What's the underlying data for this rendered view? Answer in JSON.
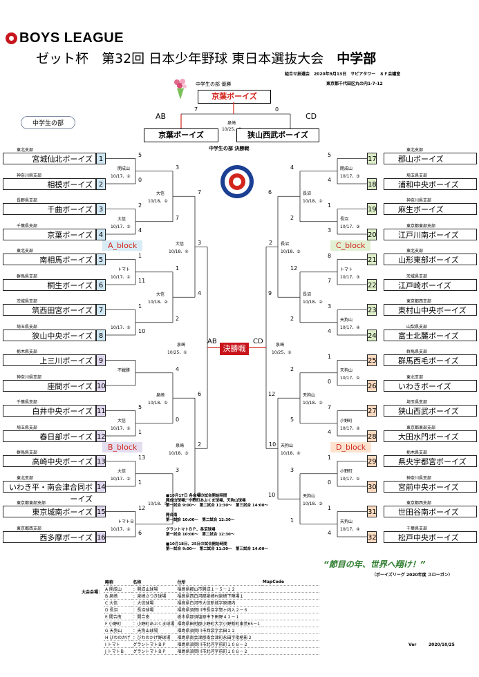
{
  "header": {
    "logo_text": "BOYS LEAGUE",
    "title_part1": "ゼット杯　第32回 日本少年野球 東日本選抜大会",
    "title_part2": "中学部",
    "info1": "組合せ抽選会　2020年9月13日　サピアタワー　８Ｆ会議室",
    "info2": "東京都千代田区丸の内1-7-12"
  },
  "section_label": "中学生の部",
  "champion": {
    "caption": "中学生の部 優勝",
    "team": "京葉ボーイズ"
  },
  "final": {
    "ab": "AB",
    "cd": "CD",
    "team_ab": "京葉ボーイズ",
    "team_cd": "狭山西武ボーイズ",
    "score_ab": "7",
    "score_cd": "0",
    "venue": "泉崎",
    "date": "10/25、③",
    "caption": "中学生の部 決勝戦",
    "center_label": "決勝戦"
  },
  "left_teams": [
    {
      "branch": "東北支部",
      "name": "宮城仙北ボーイズ",
      "seed": "1"
    },
    {
      "branch": "神奈川県支部",
      "name": "相模ボーイズ",
      "seed": "2"
    },
    {
      "branch": "長野県支部",
      "name": "千曲ボーイズ",
      "seed": "3"
    },
    {
      "branch": "千葉県支部",
      "name": "京葉ボーイズ",
      "seed": "4"
    },
    {
      "branch": "東北支部",
      "name": "南相馬ボーイズ",
      "seed": "5"
    },
    {
      "branch": "群馬県支部",
      "name": "桐生ボーイズ",
      "seed": "6"
    },
    {
      "branch": "茨城県支部",
      "name": "筑西田宮ボーイズ",
      "seed": "7"
    },
    {
      "branch": "埼玉県支部",
      "name": "狭山中央ボーイズ",
      "seed": "8"
    },
    {
      "branch": "栃木県支部",
      "name": "上三川ボーイズ",
      "seed": "9"
    },
    {
      "branch": "神奈川県支部",
      "name": "座間ボーイズ",
      "seed": "10"
    },
    {
      "branch": "千葉県支部",
      "name": "白井中央ボーイズ",
      "seed": "11"
    },
    {
      "branch": "埼玉県支部",
      "name": "春日部ボーイズ",
      "seed": "12"
    },
    {
      "branch": "群馬県支部",
      "name": "高崎中央ボーイズ",
      "seed": "13"
    },
    {
      "branch": "東北支部",
      "name": "いわき平・南会津合同ボーイズ",
      "seed": "14"
    },
    {
      "branch": "東京都東部支部",
      "name": "東京城南ボーイズ",
      "seed": "15"
    },
    {
      "branch": "東京都西支部",
      "name": "西多摩ボーイズ",
      "seed": "16"
    }
  ],
  "right_teams": [
    {
      "branch": "東北支部",
      "name": "郡山ボーイズ",
      "seed": "17"
    },
    {
      "branch": "埼玉県支部",
      "name": "浦和中央ボーイズ",
      "seed": "18"
    },
    {
      "branch": "神奈川県支部",
      "name": "麻生ボーイズ",
      "seed": "19"
    },
    {
      "branch": "東京都東部支部",
      "name": "江戸川南ボーイズ",
      "seed": "20"
    },
    {
      "branch": "東北支部",
      "name": "山形東部ボーイズ",
      "seed": "21"
    },
    {
      "branch": "茨城県支部",
      "name": "江戸崎ボーイズ",
      "seed": "22"
    },
    {
      "branch": "東京都西支部",
      "name": "東村山中央ボーイズ",
      "seed": "23"
    },
    {
      "branch": "山梨県支部",
      "name": "富士北麓ボーイズ",
      "seed": "24"
    },
    {
      "branch": "群馬県支部",
      "name": "群馬西毛ボーイズ",
      "seed": "25"
    },
    {
      "branch": "東北支部",
      "name": "いわきボーイズ",
      "seed": "26"
    },
    {
      "branch": "埼玉県支部",
      "name": "狭山西武ボーイズ",
      "seed": "27"
    },
    {
      "branch": "東京都東部支部",
      "name": "大田水門ボーイズ",
      "seed": "28"
    },
    {
      "branch": "栃木県支部",
      "name": "県央宇都宮ボーイズ",
      "seed": "29"
    },
    {
      "branch": "神奈川県支部",
      "name": "宮前中央ボーイズ",
      "seed": "30"
    },
    {
      "branch": "東京都西支部",
      "name": "世田谷南ボーイズ",
      "seed": "31"
    },
    {
      "branch": "千葉県支部",
      "name": "松戸中央ボーイズ",
      "seed": "32"
    }
  ],
  "blocks": {
    "a": "A_block",
    "b": "B_block",
    "c": "C_block",
    "d": "D_block"
  },
  "left_games": {
    "r1": [
      {
        "venue": "開成山",
        "date": "10/17、①",
        "top": "5",
        "bot": "0"
      },
      {
        "venue": "大信",
        "date": "10/17、②",
        "top": "2",
        "bot": "4"
      },
      {
        "venue": "トマト",
        "date": "10/17、①",
        "top": "1",
        "bot": "11"
      },
      {
        "venue": "",
        "date": "10/17、②",
        "top": "1",
        "bot": "10"
      },
      {
        "venue": "不戦勝",
        "date": "",
        "top": "",
        "bot": ""
      },
      {
        "venue": "大信",
        "date": "10/17、①",
        "top": "5",
        "bot": "1"
      },
      {
        "venue": "大信",
        "date": "10/17、②",
        "top": "13",
        "bot": "1"
      },
      {
        "venue": "トマトＢ",
        "date": "10/17、①",
        "top": "12",
        "bot": "6"
      }
    ],
    "r2": [
      {
        "venue": "大信",
        "date": "10/18、①",
        "top": "3",
        "bot": "7"
      },
      {
        "venue": "大信",
        "date": "10/18、②",
        "top": "1",
        "bot": "2"
      },
      {
        "venue": "泉崎",
        "date": "10/18、①",
        "top": "4",
        "bot": "0"
      },
      {
        "venue": "",
        "date": "10/18、②",
        "top": "3",
        "bot": "5"
      }
    ],
    "r3": [
      {
        "venue": "大信",
        "date": "10/18、④",
        "top": "7",
        "bot": "4"
      },
      {
        "venue": "泉崎",
        "date": "10/18、③",
        "top": "6",
        "bot": "2"
      }
    ],
    "sf": {
      "venue": "泉崎",
      "date": "10/25、①",
      "top": "3",
      "bot": "2"
    }
  },
  "right_games": {
    "r1": [
      {
        "venue": "開成山",
        "date": "10/17、③",
        "top": "5",
        "bot": "4"
      },
      {
        "venue": "長沼",
        "date": "10/17、③",
        "top": "1",
        "bot": "3"
      },
      {
        "venue": "トマト",
        "date": "10/17、③",
        "top": "8",
        "bot": "7"
      },
      {
        "venue": "天狗山",
        "date": "10/17、④",
        "top": "3",
        "bot": "4"
      },
      {
        "venue": "天狗山",
        "date": "10/17、①",
        "top": "1",
        "bot": "0"
      },
      {
        "venue": "小野町",
        "date": "10/17、②",
        "top": "7",
        "bot": "4"
      },
      {
        "venue": "小野町",
        "date": "10/17、①",
        "top": "1",
        "bot": "0"
      },
      {
        "venue": "天狗山",
        "date": "10/17、④",
        "top": "1",
        "bot": "4"
      }
    ],
    "r2": [
      {
        "venue": "長沼",
        "date": "10/18、①",
        "top": "4",
        "bot": "2"
      },
      {
        "venue": "長沼",
        "date": "10/18、②",
        "top": "12",
        "bot": "2"
      },
      {
        "venue": "天狗山",
        "date": "10/18、②",
        "top": "2",
        "bot": "5"
      },
      {
        "venue": "天狗山",
        "date": "10/18、③",
        "top": "3",
        "bot": "1"
      }
    ],
    "r3": [
      {
        "venue": "長沼",
        "date": "10/18、③",
        "top": "6",
        "bot": "9"
      },
      {
        "venue": "天狗山",
        "date": "10/18、④",
        "top": "12",
        "bot": "10"
      }
    ],
    "sf": {
      "venue": "泉崎",
      "date": "10/25、②",
      "top": "2",
      "bot": "10"
    }
  },
  "notes": [
    "■10月17日 各会場の試合開始時間",
    "開成山球場、小野町あぶくま球場、天狗山球場",
    "第一試合 9:00～　第二試合 11:30～　第三試合 14:00～",
    "",
    "開合南",
    "第一試合 10:00～　第二試合 12:30～",
    "",
    "グラントマトＢＰ、長沼球場",
    "第一試合 10:00～　第二試合 12:30～",
    "",
    "■10月18日、25日の試合開始時間",
    "第一試合 9:00～　第二試合 11:30～　第三試合 14:00～"
  ],
  "slogan": "“節目の年、世界へ翔け！”",
  "slogan_sub": "（ボーイズリーグ 2020年度 スローガン）",
  "venues": {
    "label": "大会会場：",
    "headers": [
      "略称",
      "名称",
      "住所",
      "MapCode"
    ],
    "rows": [
      [
        "A",
        "開成山",
        "：開成山球場",
        "福島県郡山市開成１－５－１２"
      ],
      [
        "B",
        "泉崎",
        "：泉崎さつき球場",
        "福島県西白河郡泉崎村泉崎下陣場１"
      ],
      [
        "C",
        "大信",
        "：大信球場",
        "福島県白河市大信新城字原畑内"
      ],
      [
        "D",
        "長沼",
        "：長沼球場",
        "福島県須賀川市長沼字惣ヶ内入２－６"
      ],
      [
        "E",
        "開合南",
        "：開合南",
        "栃木県那須塩原市下田野４２－１"
      ],
      [
        "F",
        "小野町",
        "：小野町あぶくま球場",
        "福島県田村郡小野町大字小野新町東荒65－1"
      ],
      [
        "G",
        "天狗山",
        "：天狗山球場",
        "福島県須賀川市西袋字余田２２"
      ],
      [
        "H",
        "びわのかげ",
        "：びわのかげ野球場",
        "福島県南会津郡南会津町永田字枇杷影２"
      ],
      [
        "I",
        "トマト",
        "グラントマトＢＰ",
        "福島県須賀川市北河字前町１０８－２"
      ],
      [
        "J",
        "トマトＢ",
        "グラントマトＢＰ",
        "福島県須賀川市北河字前町１０８－２"
      ]
    ],
    "ver_label": "Ver",
    "ver_date": "2020/10/25"
  }
}
